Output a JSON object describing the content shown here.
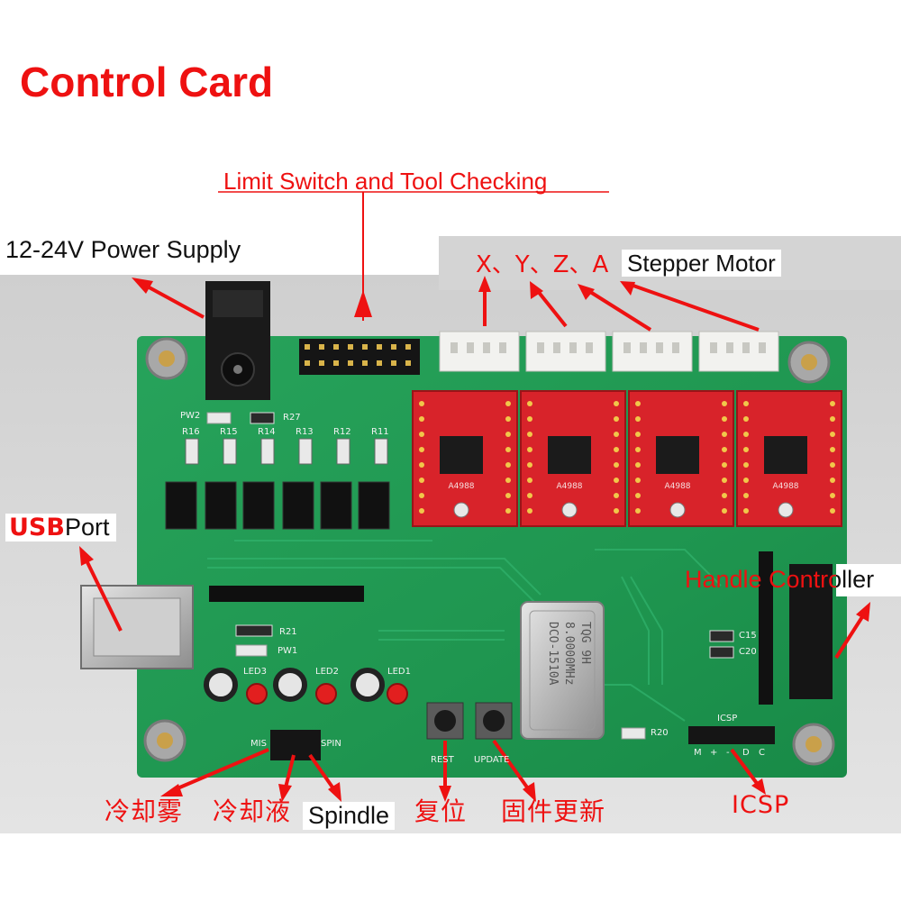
{
  "title": "Control Card",
  "labels": {
    "limit_switch": "Limit Switch and Tool Checking",
    "power_supply": "12-24V Power Supply",
    "axes": "X、Y、Z、A",
    "stepper_motor": "Stepper Motor",
    "usb_prefix": "USB",
    "usb_suffix": "Port",
    "handle_controller": "Handle Controller",
    "icsp": "ICSP",
    "coolant_mist": "冷却雾",
    "coolant_liquid": "冷却液",
    "spindle": "Spindle",
    "reset": "复位",
    "firmware_update": "固件更新"
  },
  "silkscreen": {
    "pw2": "PW2",
    "r27": "R27",
    "resistors": [
      "R16",
      "R15",
      "R14",
      "R13",
      "R12",
      "R11"
    ],
    "r21": "R21",
    "pw1": "PW1",
    "leds": [
      "LED3",
      "LED2",
      "LED1"
    ],
    "mis": "MIS",
    "spin": "SPIN",
    "rest": "REST",
    "update": "UPDATE",
    "icsp_header": "ICSP",
    "c15": "C15",
    "c20": "C20",
    "r20": "R20",
    "driver_chip": "A4988",
    "icsp_pins": [
      "M",
      "+",
      "-",
      "D",
      "C"
    ]
  },
  "crystal": {
    "line1": "DCO-1510A",
    "line2": "8.0000MHz",
    "line3": "TQG 9H"
  },
  "colors": {
    "label_red": "#ee1111",
    "pcb_green": "#1f9a52",
    "driver_red": "#d8232a"
  }
}
